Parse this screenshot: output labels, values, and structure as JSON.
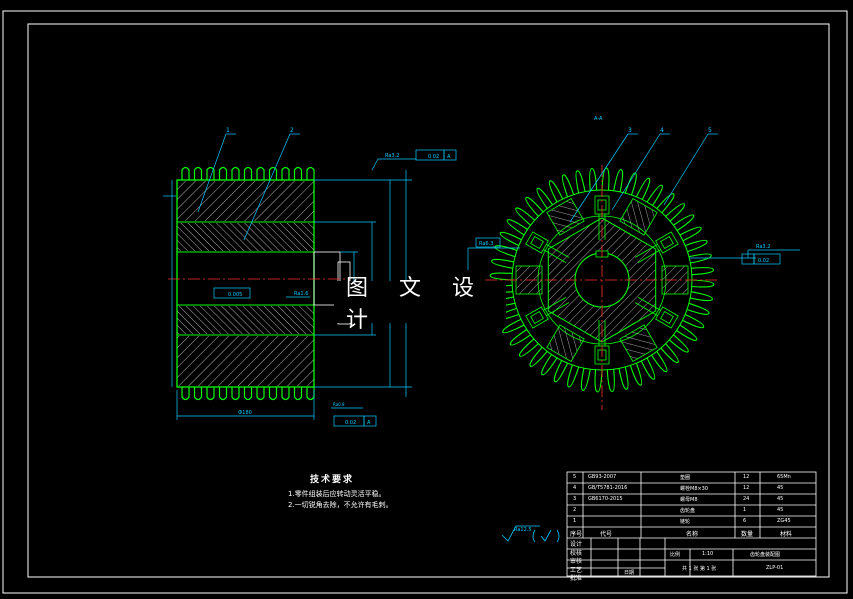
{
  "watermark": "图 文 设 计",
  "tech_requirements": {
    "title": "技术要求",
    "items": [
      "1.零件组装后应转动灵活平稳。",
      "2.一切锐角去除，不允许有毛刺。"
    ]
  },
  "left_view": {
    "leader_labels": [
      "1",
      "2"
    ],
    "roughness": [
      "Ra3.2",
      "Ra1.6",
      "Ra0.8"
    ],
    "tolerances": [
      "0.02",
      "0.005",
      "0.02"
    ],
    "datum": "A",
    "overall_dim": "Ф180"
  },
  "right_view": {
    "section_label": "A-A",
    "leader_labels": [
      "3",
      "4",
      "5"
    ],
    "roughness": [
      "Ra6.3",
      "Ra3.2"
    ],
    "tolerance": "0.02"
  },
  "surface_roughness_note": "Ra12.5",
  "parts_list": [
    {
      "no": "5",
      "code": "GB93-2007",
      "name": "垫圈",
      "qty": "12",
      "material": "65Mn"
    },
    {
      "no": "4",
      "code": "GB/T5781-2016",
      "name": "螺栓M8×30",
      "qty": "12",
      "material": "45"
    },
    {
      "no": "3",
      "code": "GB6170-2015",
      "name": "螺母M8",
      "qty": "24",
      "material": "45"
    },
    {
      "no": "2",
      "code": "",
      "name": "齿轮盘",
      "qty": "1",
      "material": "45"
    },
    {
      "no": "1",
      "code": "",
      "name": "链轮",
      "qty": "6",
      "material": "ZG45"
    }
  ],
  "parts_header": [
    "序号",
    "代号",
    "名称",
    "数量",
    "材料"
  ],
  "title_block": {
    "rows": [
      "设计",
      "校核",
      "审核",
      "工艺",
      "批准"
    ],
    "scale_label": "比例",
    "scale": "1:10",
    "sheet": "共 1 张 第 1 张",
    "drawing_name": "齿轮盘装配图",
    "drawing_no": "ZLP-01",
    "date_label": "日期"
  }
}
